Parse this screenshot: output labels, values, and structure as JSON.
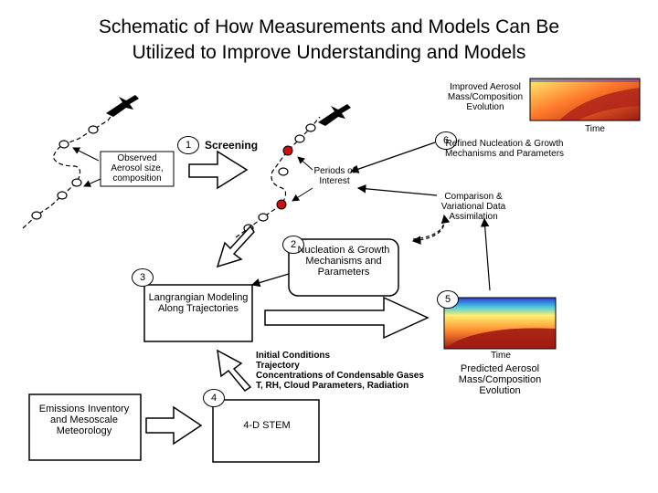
{
  "title": {
    "line1": "Schematic of How Measurements and Models Can Be",
    "line2": "Utilized to Improve Understanding and Models"
  },
  "steps": [
    {
      "number": "1",
      "label": "Screening"
    },
    {
      "number": "2",
      "label": "Nucleation & Growth Mechanisms and Parameters"
    },
    {
      "number": "3",
      "label": "Langrangian Modeling Along Trajectories"
    },
    {
      "number": "4",
      "label": "4-D STEM"
    },
    {
      "number": "5",
      "label": "Predicted Aerosol Mass/Composition Evolution"
    },
    {
      "number": "6",
      "label": "Refined Nucleation & Growth Mechanisms and Parameters"
    }
  ],
  "labels": {
    "observed": "Observed Aerosol size, composition",
    "periods": "Periods of Interest",
    "comparison": "Comparison & Variational Data Assimilation",
    "improved": "Improved Aerosol Mass/Composition Evolution",
    "time_top": "Time",
    "time_bottom": "Time",
    "initial_conditions": [
      "Initial Conditions",
      "Trajectory",
      "Concentrations of Condensable Gases",
      "T, RH, Cloud Parameters, Radiation"
    ],
    "emissions": "Emissions Inventory and Mesoscale Meteorology"
  },
  "colors": {
    "highlight_marker": "#cc1111",
    "heatmap_low": "#ffe24d",
    "heatmap_high": "#9b1a10",
    "heatmap_band": "#2233cc"
  }
}
